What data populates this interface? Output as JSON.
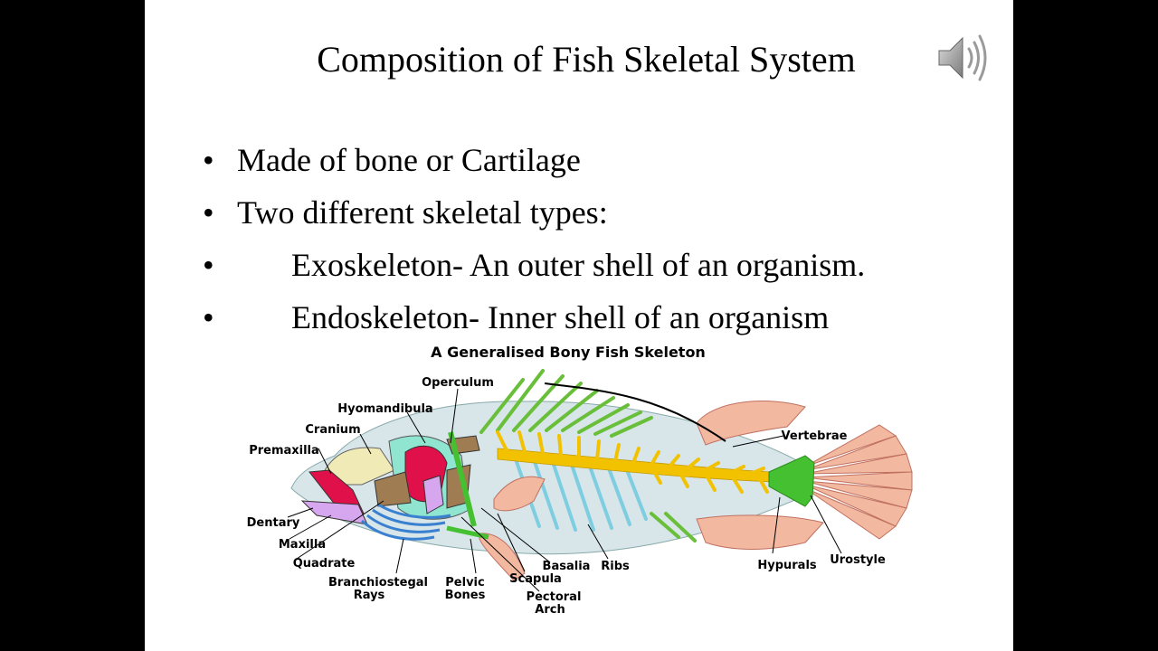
{
  "slide": {
    "title": "Composition of Fish Skeletal System",
    "audio_icon": "speaker-volume-icon",
    "bullets": [
      {
        "marker": "•",
        "text": "Made of bone or Cartilage",
        "indent": 0
      },
      {
        "marker": "•",
        "text": "Two different skeletal types:",
        "indent": 0
      },
      {
        "marker": "•",
        "text": "Exoskeleton- An outer shell of an organism.",
        "indent": 1
      },
      {
        "marker": "•",
        "text": "Endoskeleton- Inner shell of an organism",
        "indent": 1
      }
    ]
  },
  "diagram": {
    "title": "A Generalised Bony Fish Skeleton",
    "labels": {
      "operculum": "Operculum",
      "hyomandibula": "Hyomandibula",
      "cranium": "Cranium",
      "premaxilla": "Premaxilla",
      "dentary": "Dentary",
      "maxilla": "Maxilla",
      "quadrate": "Quadrate",
      "branchiostegal_1": "Branchiostegal",
      "branchiostegal_2": "Rays",
      "pelvic_1": "Pelvic",
      "pelvic_2": "Bones",
      "scapula": "Scapula",
      "basalia": "Basalia",
      "pectoral_1": "Pectoral",
      "pectoral_2": "Arch",
      "ribs": "Ribs",
      "hypurals": "Hypurals",
      "urostyle": "Urostyle",
      "vertebrae": "Vertebrae"
    },
    "colors": {
      "body": "#d8e6ea",
      "fin_ray": "#f2b9a0",
      "spine": "#f2c200",
      "rib": "#7fcde0",
      "dorsal_spine": "#6abf3a",
      "cranium": "#f0ebb6",
      "jaw": "#e0104a",
      "operculum": "#8fe5cf",
      "bone_brown": "#a07c52",
      "bone_purple": "#d6a6ee",
      "hyoid_blue": "#3a80d0"
    }
  }
}
